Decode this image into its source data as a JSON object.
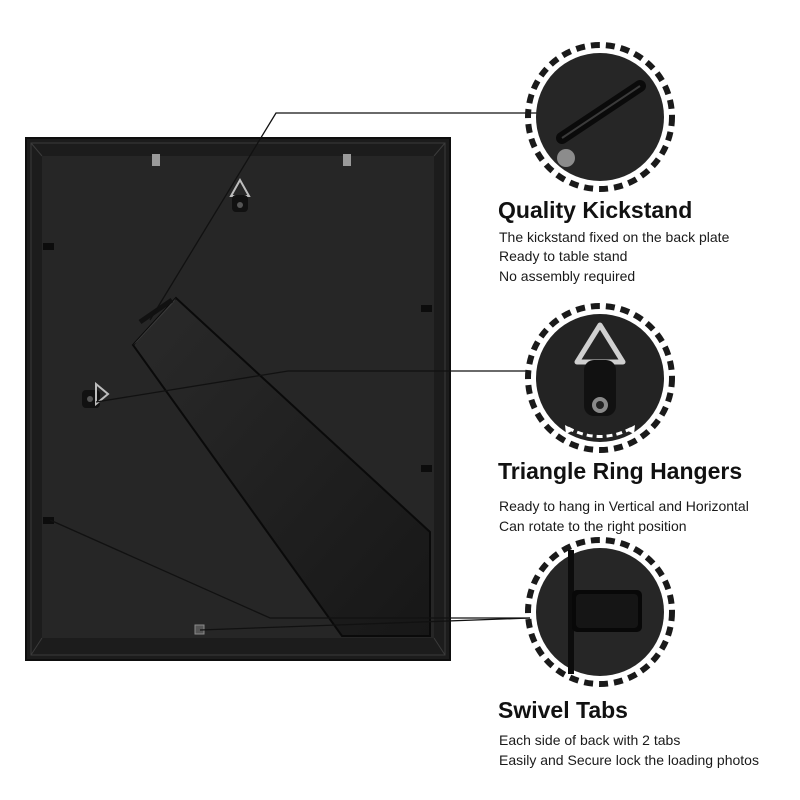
{
  "colors": {
    "frame": "#1c1c1c",
    "backing": "#262626",
    "accent_ring": "#1a1a1a",
    "text": "#111111"
  },
  "features": [
    {
      "icon": "kickstand-hinge-icon",
      "title": "Quality Kickstand",
      "lines": [
        "The kickstand fixed on the back plate",
        "Ready to table stand",
        "No assembly required"
      ]
    },
    {
      "icon": "triangle-ring-hanger-icon",
      "title": "Triangle Ring Hangers",
      "lines": [
        "Ready to hang in Vertical and Horizontal",
        "Can rotate to the right position"
      ]
    },
    {
      "icon": "swivel-tab-icon",
      "title": "Swivel Tabs",
      "lines": [
        "Each side of back with 2 tabs",
        "Easily and Secure lock the loading photos"
      ]
    }
  ]
}
